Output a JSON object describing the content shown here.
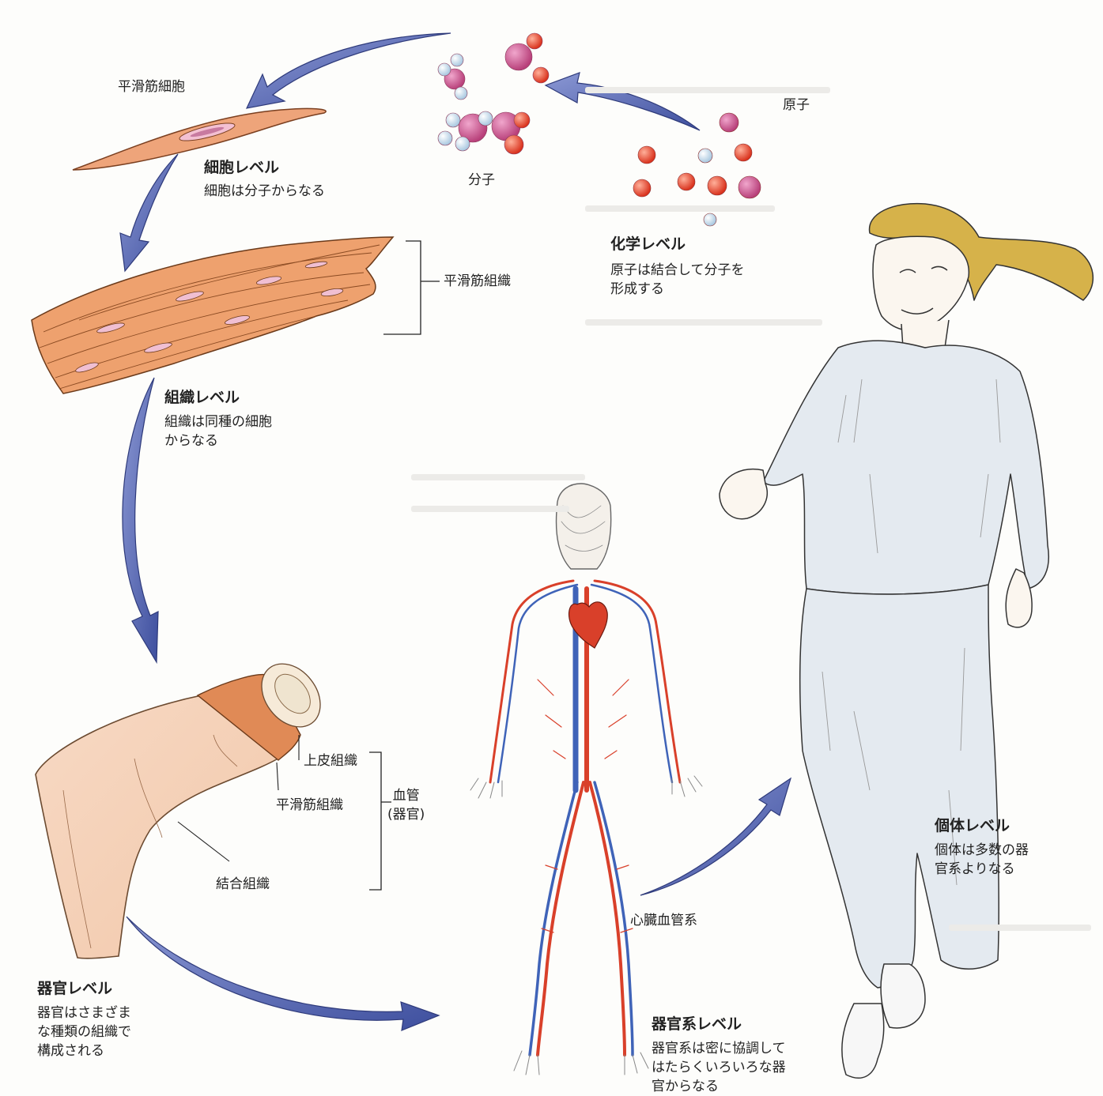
{
  "labels": {
    "smooth_muscle_cell": "平滑筋細胞",
    "molecule": "分子",
    "atom": "原子",
    "smooth_muscle_tissue_top": "平滑筋組織",
    "epithelial_tissue": "上皮組織",
    "smooth_muscle_tissue_vessel": "平滑筋組織",
    "connective_tissue": "結合組織",
    "blood_vessel_organ": "血管\n(器官)",
    "cardiovascular_system": "心臓血管系"
  },
  "levels": {
    "chemical": {
      "title": "化学レベル",
      "desc": "原子は結合して分子を\n形成する"
    },
    "cell": {
      "title": "細胞レベル",
      "desc": "細胞は分子からなる"
    },
    "tissue": {
      "title": "組織レベル",
      "desc": "組織は同種の細胞\nからなる"
    },
    "organ": {
      "title": "器官レベル",
      "desc": "器官はさまざま\nな種類の組織で\n構成される"
    },
    "organ_system": {
      "title": "器官系レベル",
      "desc": "器官系は密に協調して\nはたらくいろいろな器\n官からなる"
    },
    "organism": {
      "title": "個体レベル",
      "desc": "個体は多数の器\n官系よりなる"
    }
  },
  "colors": {
    "arrow": "#5a6bb5",
    "muscle": "#e99a6a",
    "artery": "#d9402a",
    "vein": "#3f63b8",
    "atom_red": "#e2472f",
    "atom_magenta": "#c94a88",
    "atom_blue": "#bcd6ea",
    "clothing": "#e4eaf0",
    "hair": "#c9a53c"
  }
}
